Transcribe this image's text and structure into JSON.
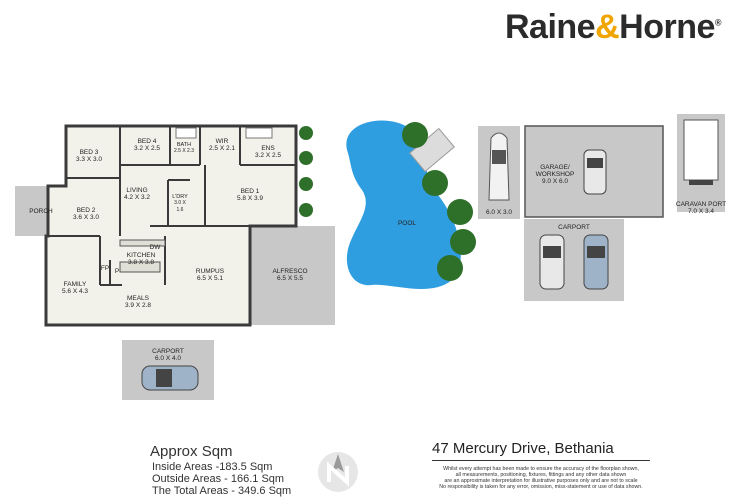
{
  "brand": {
    "name_part1": "Raine",
    "ampersand": "&",
    "name_part2": "Horne",
    "registered": "®",
    "text_color": "#2b2b2b",
    "accent_color": "#f0a500"
  },
  "rooms": {
    "bed3": {
      "name": "BED 3",
      "dims": "3.3 X 3.0"
    },
    "bed4": {
      "name": "BED 4",
      "dims": "3.2 X 2.5"
    },
    "bath": {
      "name": "BATH",
      "dims": "2.5 X 2.3"
    },
    "wir": {
      "name": "WIR",
      "dims": "2.5 X 2.1"
    },
    "ens": {
      "name": "ENS",
      "dims": "3.2 X 2.5"
    },
    "living": {
      "name": "LIVING",
      "dims": "4.2 X 3.2"
    },
    "ldry": {
      "name": "L'DRY",
      "dims": "3.0 X",
      "dims2": "1.6"
    },
    "bed1": {
      "name": "BED 1",
      "dims": "5.8 X 3.9"
    },
    "porch": {
      "name": "PORCH"
    },
    "bed2": {
      "name": "BED 2",
      "dims": "3.6 X 3.0"
    },
    "dw": {
      "name": "DW"
    },
    "kitchen": {
      "name": "KITCHEN",
      "dims": "3.8 X 3.8"
    },
    "fp": {
      "name": "FP"
    },
    "p": {
      "name": "P"
    },
    "family": {
      "name": "FAMILY",
      "dims": "5.6 X 4.3"
    },
    "rumpus": {
      "name": "RUMPUS",
      "dims": "6.5 X 5.1"
    },
    "alfresco": {
      "name": "ALFRESCO",
      "dims": "6.5 X 5.5"
    },
    "meals": {
      "name": "MEALS",
      "dims": "3.9 X 2.8"
    },
    "carport_house": {
      "name": "CARPORT",
      "dims": "6.0 X 4.0"
    },
    "pool": {
      "name": "POOL"
    },
    "boat_pad": {
      "dims": "6.0 X 3.0"
    },
    "garage": {
      "name": "GARAGE/",
      "name2": "WORKSHOP",
      "dims": "9.0 X 6.0"
    },
    "carport_shed": {
      "name": "CARPORT"
    },
    "caravan": {
      "name": "CARAVAN PORT",
      "dims": "7.0 X 3.4"
    }
  },
  "areas": {
    "heading": "Approx Sqm",
    "inside": "Inside Areas -183.5 Sqm",
    "outside": "Outside Areas - 166.1 Sqm",
    "total": "The Total Areas - 349.6 Sqm"
  },
  "address": "47 Mercury Drive, Bethania",
  "disclaimer": [
    "Whilst every attempt has been made to ensure the accuracy of the floorplan shown,",
    "all measurements, positioning, fixtures, fittings and any other data shown",
    "are an approximate interpretation for illustrative purposes only and are not to scale",
    "No responsibility is taken for any error, omission, miss-statement or use of data shown."
  ],
  "colors": {
    "floor": "#f3f2ea",
    "outdoor": "#c8c8c8",
    "wall": "#3a3a3a",
    "pool": "#2f9ee0",
    "tree": "#2e6f2a"
  }
}
